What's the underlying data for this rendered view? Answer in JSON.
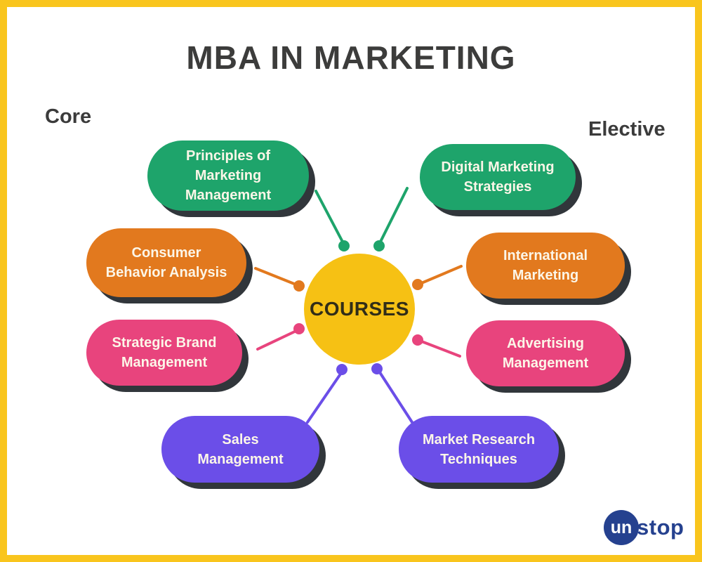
{
  "title": "MBA IN MARKETING",
  "groups": {
    "core_label": "Core",
    "elective_label": "Elective"
  },
  "center": {
    "label": "COURSES",
    "color": "#f6c114",
    "text_color": "#312d18"
  },
  "courses": [
    {
      "label": "Principles of Marketing Management",
      "lines": [
        "Principles of",
        "Marketing",
        "Management"
      ],
      "group": "Core",
      "color": "#1ea46b"
    },
    {
      "label": "Digital Marketing Strategies",
      "lines": [
        "Digital Marketing",
        "Strategies"
      ],
      "group": "Elective",
      "color": "#1ea46b"
    },
    {
      "label": "Consumer Behavior Analysis",
      "lines": [
        "Consumer",
        "Behavior Analysis"
      ],
      "group": "Core",
      "color": "#e2791e"
    },
    {
      "label": "International Marketing",
      "lines": [
        "International",
        "Marketing"
      ],
      "group": "Elective",
      "color": "#e2791e"
    },
    {
      "label": "Strategic Brand Management",
      "lines": [
        "Strategic Brand",
        "Management"
      ],
      "group": "Core",
      "color": "#e8447d"
    },
    {
      "label": "Advertising Management",
      "lines": [
        "Advertising",
        "Management"
      ],
      "group": "Elective",
      "color": "#e8447d"
    },
    {
      "label": "Sales Management",
      "lines": [
        "Sales",
        "Management"
      ],
      "group": "Core",
      "color": "#6b4ee8"
    },
    {
      "label": "Market Research Techniques",
      "lines": [
        "Market Research",
        "Techniques"
      ],
      "group": "Elective",
      "color": "#6b4ee8"
    }
  ],
  "colors": {
    "green": "#1ea46b",
    "orange": "#e2791e",
    "pink": "#e8447d",
    "purple": "#6b4ee8",
    "border_yellow": "#f9c51d",
    "shadow": "#31363b",
    "heading_text": "#3c3c3b",
    "pill_text": "#fcf6e8",
    "logo_navy": "#25418f"
  },
  "logo": {
    "circle_text": "un",
    "rest_text": "stop"
  }
}
